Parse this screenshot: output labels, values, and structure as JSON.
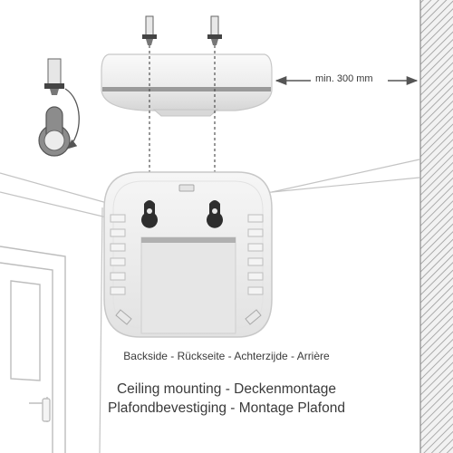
{
  "labels": {
    "min_distance": "min. 300 mm",
    "backside_caption": "Backside - Rückseite - Achterzijde - Arrière",
    "title_line1": "Ceiling mounting - Deckenmontage",
    "title_line2": "Plafondbevestiging - Montage Plafond"
  },
  "icons": {
    "screw": "screw-icon",
    "keyhole": "keyhole-slot-icon",
    "hook_arrow": "curved-arrow-icon",
    "door": "door-icon"
  },
  "colors": {
    "wall_hatch": "#a0a0a0",
    "device_body": "#eeeeee",
    "device_outline": "#c8c8c8",
    "dimension_arrow": "#555555",
    "text": "#3a3a3a"
  }
}
